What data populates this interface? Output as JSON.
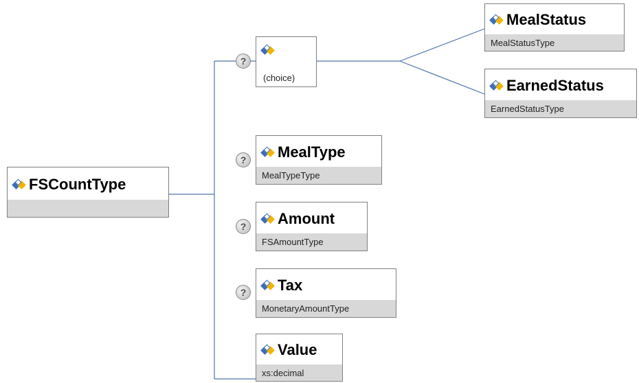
{
  "colors": {
    "connector": "#4d74a8",
    "type_bar": "#d8d8d8",
    "border": "#7f7f7f"
  },
  "icons": {
    "element": "element-gem-icon",
    "optional": "question-mark-icon"
  },
  "root": {
    "name": "FSCountType",
    "type": ""
  },
  "choice": {
    "name": "",
    "label": "(choice)",
    "optional_marker": "?"
  },
  "choice_children": [
    {
      "name": "MealStatus",
      "type": "MealStatusType"
    },
    {
      "name": "EarnedStatus",
      "type": "EarnedStatusType"
    }
  ],
  "children": [
    {
      "name": "MealType",
      "type": "MealTypeType",
      "optional_marker": "?"
    },
    {
      "name": "Amount",
      "type": "FSAmountType",
      "optional_marker": "?"
    },
    {
      "name": "Tax",
      "type": "MonetaryAmountType",
      "optional_marker": "?"
    },
    {
      "name": "Value",
      "type": "xs:decimal"
    }
  ]
}
